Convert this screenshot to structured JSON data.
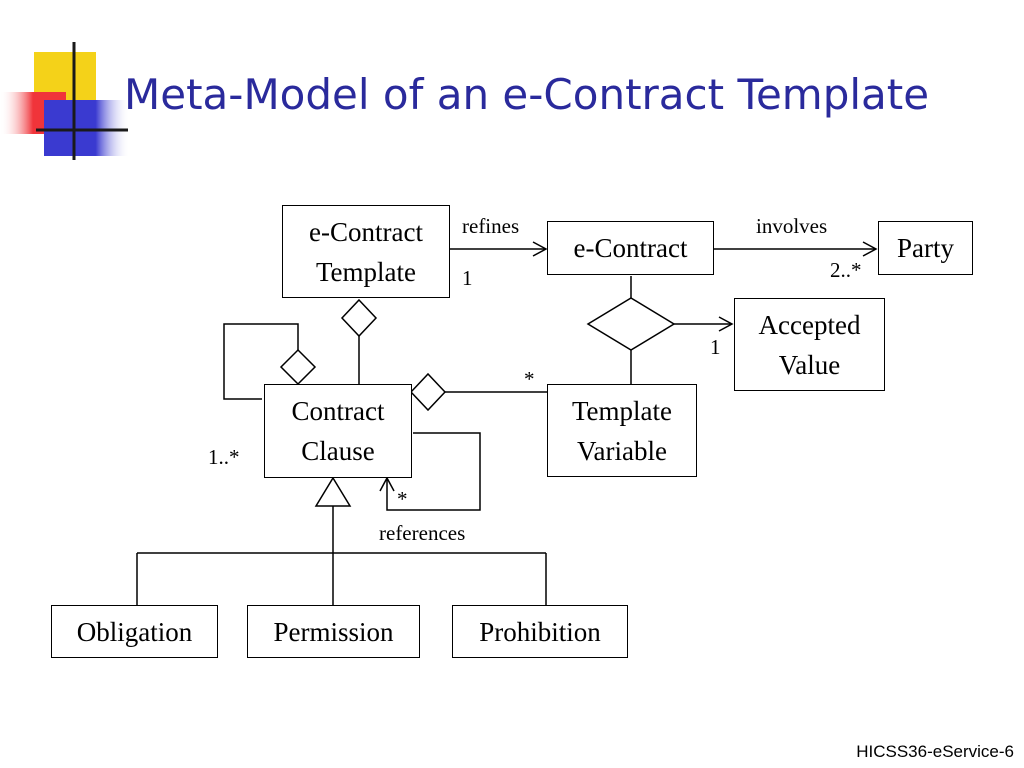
{
  "slide": {
    "title": "Meta-Model of an e-Contract Template",
    "footer": "HICSS36-eService-6"
  },
  "colors": {
    "title": "#2a2a9c",
    "logo_yellow": "#f4d219",
    "logo_red": "#f0343a",
    "logo_blue": "#3a3ad0"
  },
  "icons": [
    "slide-logo"
  ],
  "nodes": {
    "template": {
      "line1": "e-Contract",
      "line2": "Template"
    },
    "econtract": {
      "line1": "e-Contract"
    },
    "party": {
      "line1": "Party"
    },
    "accepted": {
      "line1": "Accepted",
      "line2": "Value"
    },
    "clause": {
      "line1": "Contract",
      "line2": "Clause"
    },
    "variable": {
      "line1": "Template",
      "line2": "Variable"
    },
    "obligation": {
      "line1": "Obligation"
    },
    "permission": {
      "line1": "Permission"
    },
    "prohibition": {
      "line1": "Prohibition"
    }
  },
  "edges": {
    "refines": {
      "label": "refines",
      "multiplicity": "1"
    },
    "involves": {
      "label": "involves",
      "multiplicity": "2..*"
    },
    "accepted_value": {
      "multiplicity": "1"
    },
    "clause_variable": {
      "multiplicity": "*"
    },
    "clause_self": {
      "multiplicity": "1..*"
    },
    "references": {
      "label": "references",
      "multiplicity": "*"
    }
  }
}
